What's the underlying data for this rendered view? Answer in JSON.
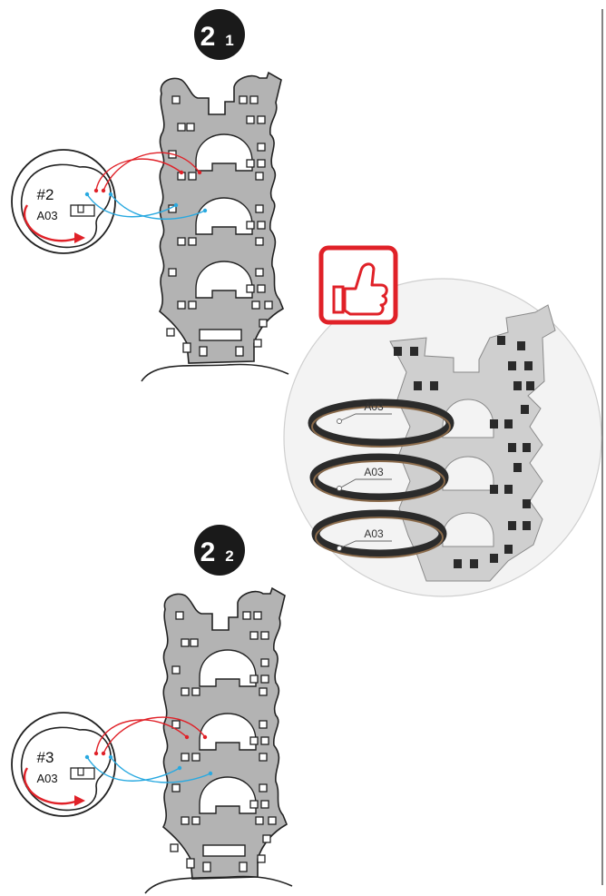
{
  "steps": [
    {
      "main": "2",
      "sub": "1",
      "disc_id": "#2",
      "disc_code": "A03"
    },
    {
      "main": "2",
      "sub": "2",
      "disc_id": "#3",
      "disc_code": "A03"
    }
  ],
  "photo_labels": [
    "A03",
    "A03",
    "A03"
  ],
  "colors": {
    "accent_red": "#e02128",
    "wire_red": "#e02128",
    "wire_blue": "#29a9e0",
    "piece_gray": "#b3b3b3"
  },
  "icons": [
    "thumbs-up-icon"
  ]
}
